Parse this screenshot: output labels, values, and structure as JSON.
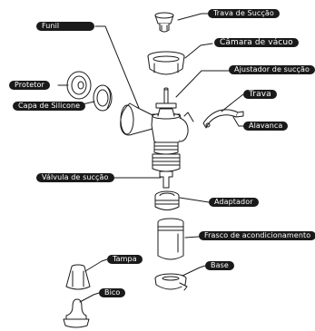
{
  "labels": {
    "trava_succao": "Trava de Sucção",
    "camara_vacuo": "Câmara de vácuo",
    "ajustador_succao": "Ajustador de sucção",
    "trava": "Trava",
    "alavanca": "Alavanca",
    "funil": "Funil",
    "protetor": "Protetor",
    "capa_silicone": "Capa de Silicone",
    "valvula_succao": "Válvula de sucção",
    "adaptador": "Adaptador",
    "frasco": "Frasco de acondicionamento",
    "tampa": "Tampa",
    "base": "Base",
    "bico": "Bico"
  }
}
